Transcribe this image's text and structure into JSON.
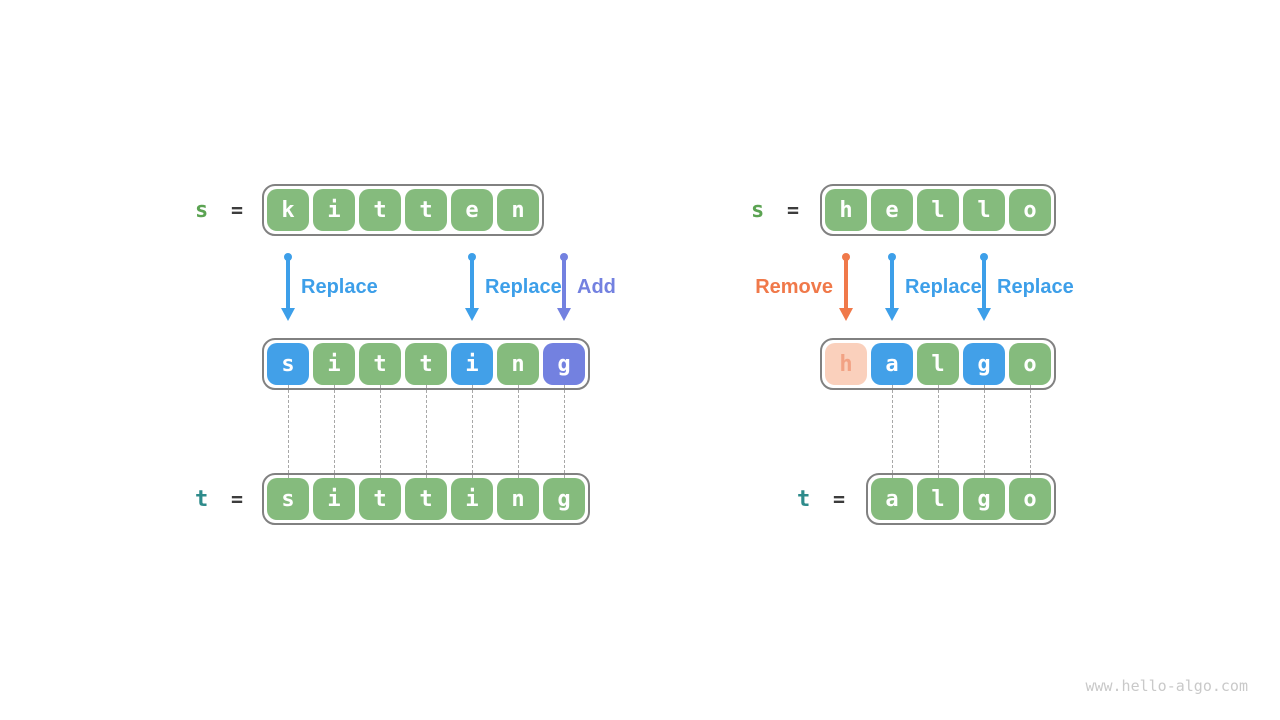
{
  "watermark": "www.hello-algo.com",
  "colors": {
    "green": "#85BB7D",
    "blue": "#42A0E8",
    "purple": "#7381E0",
    "peach": "#FAD0BC",
    "peach_text": "#F2A284",
    "arrow_blue": "#3D9FE9",
    "arrow_orange": "#F0794A",
    "arrow_purple": "#7381E0",
    "var_s_green": "#5BA352",
    "var_t_teal": "#2E8B8B",
    "equals_gray": "#3C3C3C",
    "strip_border": "#818181",
    "dash_gray": "#A8A8A8",
    "watermark_gray": "#C9C9C9"
  },
  "panels": [
    {
      "name": "kitten-to-sitting",
      "s_label": "s",
      "t_label": "t",
      "equals": "=",
      "source": {
        "cells": [
          {
            "ch": "k",
            "color": "green"
          },
          {
            "ch": "i",
            "color": "green"
          },
          {
            "ch": "t",
            "color": "green"
          },
          {
            "ch": "t",
            "color": "green"
          },
          {
            "ch": "e",
            "color": "green"
          },
          {
            "ch": "n",
            "color": "green"
          }
        ]
      },
      "result": {
        "cells": [
          {
            "ch": "s",
            "color": "blue"
          },
          {
            "ch": "i",
            "color": "green"
          },
          {
            "ch": "t",
            "color": "green"
          },
          {
            "ch": "t",
            "color": "green"
          },
          {
            "ch": "i",
            "color": "blue"
          },
          {
            "ch": "n",
            "color": "green"
          },
          {
            "ch": "g",
            "color": "purple"
          }
        ]
      },
      "target": {
        "cells": [
          {
            "ch": "s",
            "color": "green"
          },
          {
            "ch": "i",
            "color": "green"
          },
          {
            "ch": "t",
            "color": "green"
          },
          {
            "ch": "t",
            "color": "green"
          },
          {
            "ch": "i",
            "color": "green"
          },
          {
            "ch": "n",
            "color": "green"
          },
          {
            "ch": "g",
            "color": "green"
          }
        ]
      },
      "operations": [
        {
          "label": "Replace",
          "color": "blue",
          "col": 0,
          "side": "right"
        },
        {
          "label": "Replace",
          "color": "blue",
          "col": 4,
          "side": "right"
        },
        {
          "label": "Add",
          "color": "purple",
          "col": 6,
          "side": "right"
        }
      ],
      "connector_cols": [
        0,
        1,
        2,
        3,
        4,
        5,
        6
      ]
    },
    {
      "name": "hello-to-algo",
      "s_label": "s",
      "t_label": "t",
      "equals": "=",
      "source": {
        "cells": [
          {
            "ch": "h",
            "color": "green"
          },
          {
            "ch": "e",
            "color": "green"
          },
          {
            "ch": "l",
            "color": "green"
          },
          {
            "ch": "l",
            "color": "green"
          },
          {
            "ch": "o",
            "color": "green"
          }
        ]
      },
      "result": {
        "cells": [
          {
            "ch": "h",
            "color": "peach"
          },
          {
            "ch": "a",
            "color": "blue"
          },
          {
            "ch": "l",
            "color": "green"
          },
          {
            "ch": "g",
            "color": "blue"
          },
          {
            "ch": "o",
            "color": "green"
          }
        ]
      },
      "target": {
        "cells": [
          {
            "ch": "a",
            "color": "green"
          },
          {
            "ch": "l",
            "color": "green"
          },
          {
            "ch": "g",
            "color": "green"
          },
          {
            "ch": "o",
            "color": "green"
          }
        ]
      },
      "operations": [
        {
          "label": "Remove",
          "color": "orange",
          "col": 0,
          "side": "left"
        },
        {
          "label": "Replace",
          "color": "blue",
          "col": 1,
          "side": "right"
        },
        {
          "label": "Replace",
          "color": "blue",
          "col": 3,
          "side": "right"
        }
      ],
      "connector_cols": [
        1,
        2,
        3,
        4
      ]
    }
  ]
}
